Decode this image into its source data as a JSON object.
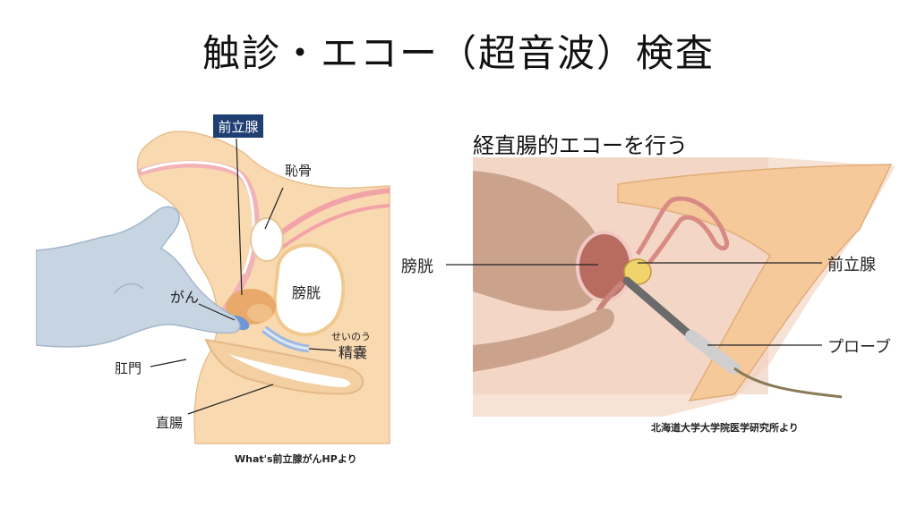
{
  "title": "触診・エコー（超音波）検査",
  "left": {
    "labels": {
      "prostate": "前立腺",
      "pubic_bone": "恥骨",
      "bladder": "膀胱",
      "cancer": "がん",
      "seminal_ruby": "せいのう",
      "seminal_vesicle": "精嚢",
      "anus": "肛門",
      "rectum": "直腸"
    },
    "credit": "What's前立腺がんHPより"
  },
  "right": {
    "subtitle": "経直腸的エコーを行う",
    "labels": {
      "bladder": "膀胱",
      "prostate": "前立腺",
      "probe": "プローブ"
    },
    "credit": "北海道大学大学院医学研究所より"
  },
  "colors": {
    "skin": "#f9d9b0",
    "skin_dark": "#eab98a",
    "glove": "#c7d4e2",
    "prostate": "#e8a96a",
    "prostate_label_bg": "#1f3f73",
    "cancer": "#6d97d4",
    "pink": "#f2b3b6",
    "bladder_right": "#b86c5f",
    "prostate_right": "#f0d36a",
    "tissue": "#cba38d"
  }
}
